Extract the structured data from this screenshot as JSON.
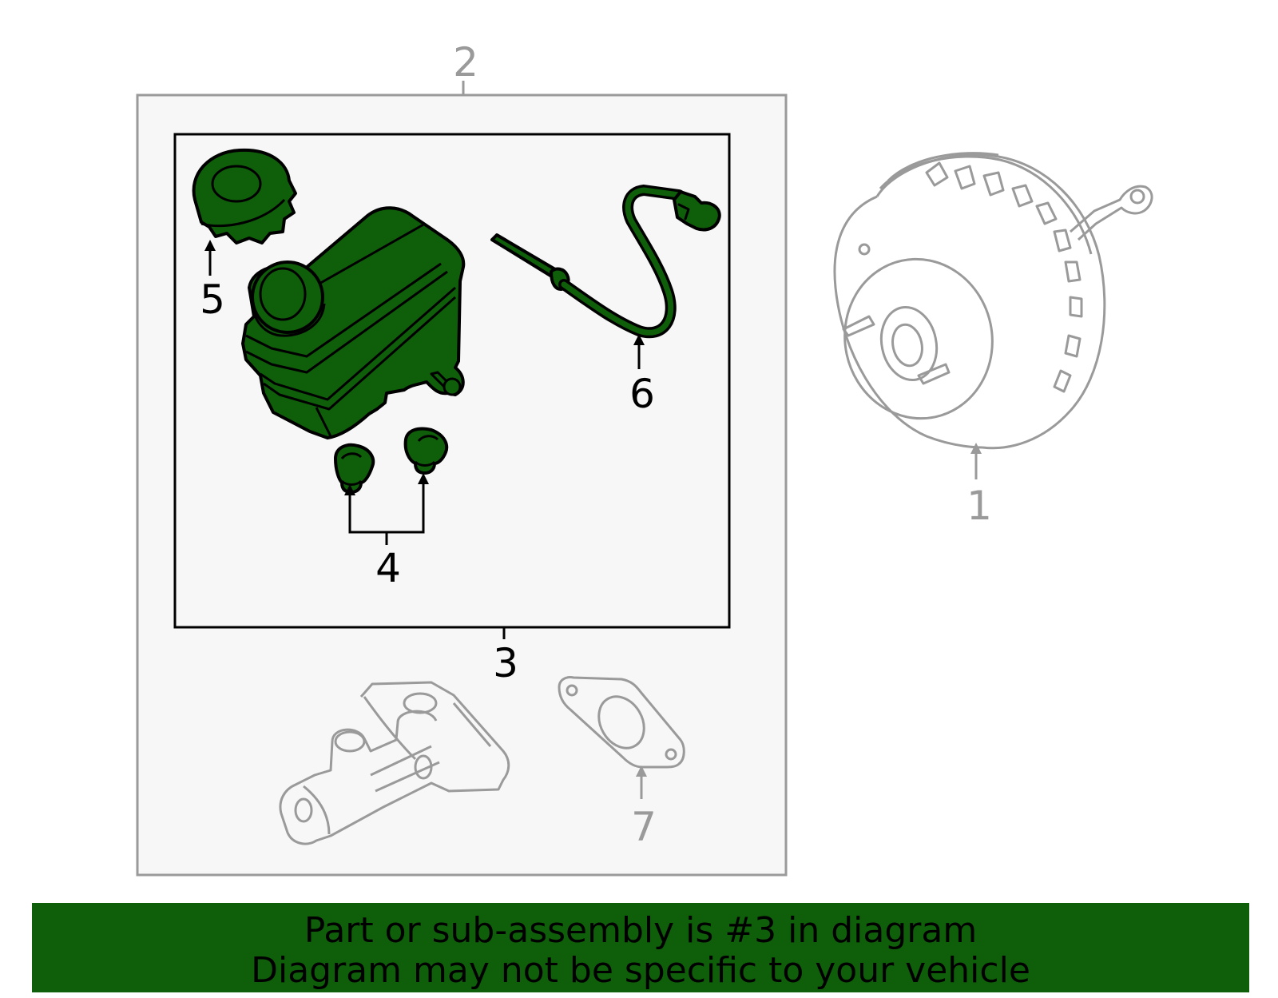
{
  "colors": {
    "highlight_fill": "#0f5e0a",
    "highlight_stroke": "#000000",
    "ghost_stroke": "#9a9a9a",
    "box_fill": "#f7f7f7",
    "banner_bg": "#0f5e0a"
  },
  "callouts": {
    "c1": "1",
    "c2": "2",
    "c3": "3",
    "c4": "4",
    "c5": "5",
    "c6": "6",
    "c7": "7"
  },
  "banner": {
    "line1": "Part or sub-assembly is #3 in diagram",
    "line2": "Diagram may not be specific to your vehicle"
  }
}
